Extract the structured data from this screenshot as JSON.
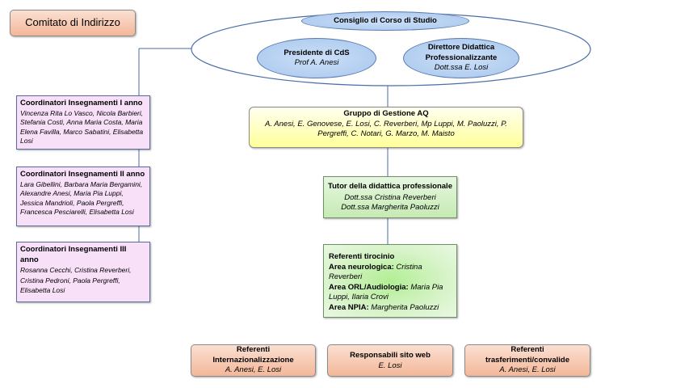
{
  "comitato": {
    "title": "Comitato di Indirizzo"
  },
  "consiglio": {
    "title": "Consiglio di Corso di Studio"
  },
  "presidente": {
    "title": "Presidente di CdS",
    "name": "Prof A. Anesi"
  },
  "direttore": {
    "title_line1": "Direttore Didattica",
    "title_line2": "Professionalizzante",
    "name": "Dott.ssa E. Losi"
  },
  "coord1": {
    "title": "Coordinatori Insegnamenti I anno",
    "members": "Vincenza Rita Lo Vasco, Nicola Barbieri, Stefania Costi, Anna Maria Costa, Maria Elena Favilla, Marco Sabatini, Elisabetta Losi"
  },
  "coord2": {
    "title": "Coordinatori Insegnamenti II anno",
    "members": "Lara Gibellini, Barbara Maria Bergamini, Alexandre Anesi, Maria Pia Luppi, Jessica Mandrioli, Paola Pergreffi, Francesca Pesciarelli, Elisabetta Losi"
  },
  "coord3": {
    "title": "Coordinatori Insegnamenti III anno",
    "members": "Rosanna Cecchi, Cristina Reverberi, Cristina Pedroni, Paola Pergreffi, Elisabetta Losi"
  },
  "gruppo": {
    "title": "Gruppo di Gestione AQ",
    "members": "A. Anesi, E. Genovese, E. Losi, C. Reverberi, Mp Luppi, M. Paoluzzi, P. Pergreffi, C. Notari, G. Marzo, M. Maisto"
  },
  "tutor": {
    "title": "Tutor della didattica professionale",
    "name1": "Dott.ssa Cristina Reverberi",
    "name2": "Dott.ssa Margherita Paoluzzi"
  },
  "referenti": {
    "title": "Referenti tirocinio",
    "areas": [
      {
        "label": "Area neurologica:",
        "names": "Cristina Reverberi"
      },
      {
        "label": "Area ORL/Audiologia:",
        "names": "Maria Pia Luppi, Ilaria Crovi"
      },
      {
        "label": "Area NPIA:",
        "names": "Margherita Paoluzzi"
      }
    ]
  },
  "internazionalizzazione": {
    "title_line1": "Referenti",
    "title_line2": "Internazionalizzazione",
    "names": "A. Anesi, E. Losi"
  },
  "sitoweb": {
    "title": "Responsabili sito web",
    "names": "E. Losi"
  },
  "trasferimenti": {
    "title_line1": "Referenti",
    "title_line2": "trasferimenti/convalide",
    "names": "A. Anesi, E. Losi"
  }
}
